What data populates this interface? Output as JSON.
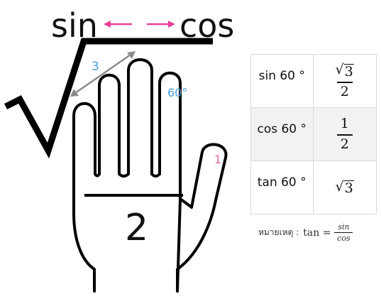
{
  "header": {
    "left_word": "sin",
    "right_word": "cos"
  },
  "hand": {
    "hypotenuse_label": "3",
    "angle_label": "60°",
    "thumb_label": "1",
    "palm_label": "2"
  },
  "table": {
    "rows": [
      {
        "function": "sin 60 °",
        "value_kind": "root_over",
        "root": "3",
        "denominator": "2"
      },
      {
        "function": "cos 60 °",
        "value_kind": "fraction",
        "numerator": "1",
        "denominator": "2"
      },
      {
        "function": "tan 60 °",
        "value_kind": "root",
        "root": "3"
      }
    ]
  },
  "note": {
    "label": "หมายเหตุ :",
    "lhs": "tan",
    "equals": "=",
    "numerator": "sin",
    "denominator": "cos"
  },
  "colors": {
    "arrow_pink": "#e8409a",
    "label_blue": "#4a9fd8",
    "label_pink": "#e06aa8",
    "gray_arrow": "#8a8a8a"
  }
}
